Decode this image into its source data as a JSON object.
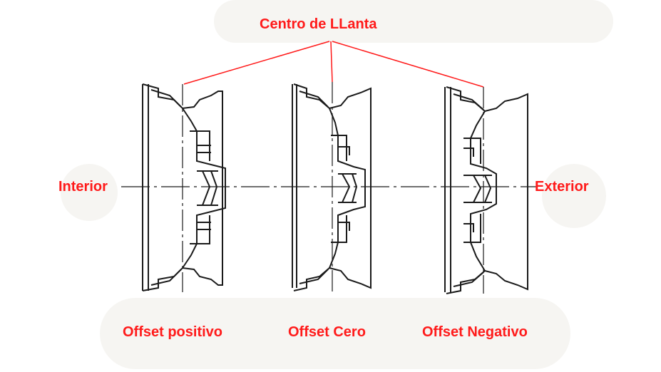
{
  "title": "Centro de LLanta",
  "side_labels": {
    "left": "Interior",
    "right": "Exterior"
  },
  "wheels": [
    {
      "label": "Offset positivo"
    },
    {
      "label": "Offset Cero"
    },
    {
      "label": "Offset Negativo"
    }
  ],
  "colors": {
    "label": "#ff1a1a",
    "pointer_lines": "#ff1a1a",
    "drawing": "#1a1a1a",
    "background": "#ffffff"
  }
}
